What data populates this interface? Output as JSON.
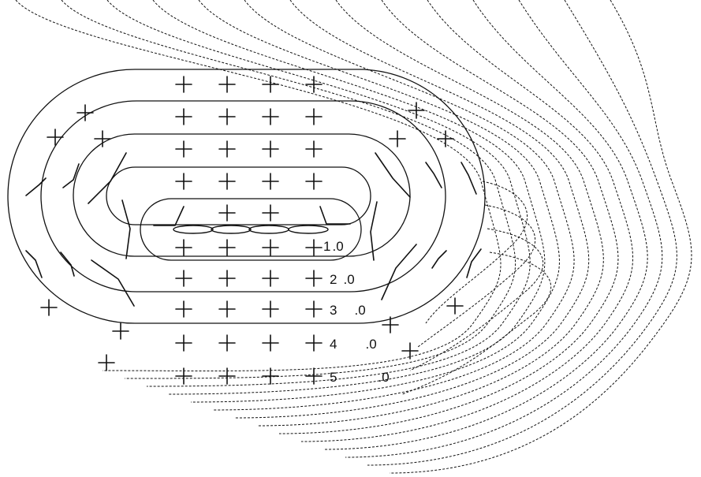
{
  "figure": {
    "labels": [
      "1.0",
      "2.0",
      "3.0",
      "4.0",
      "5.0"
    ],
    "label_parts": [
      {
        "num": "1",
        "suffix": ".0"
      },
      {
        "num": "2",
        "suffix": ".0"
      },
      {
        "num": "3",
        "suffix": ".0"
      },
      {
        "num": "4",
        "suffix": ".0"
      },
      {
        "num": "5",
        "suffix": ".0"
      }
    ]
  },
  "colors": {
    "stroke": "#111111",
    "background": "#ffffff"
  }
}
